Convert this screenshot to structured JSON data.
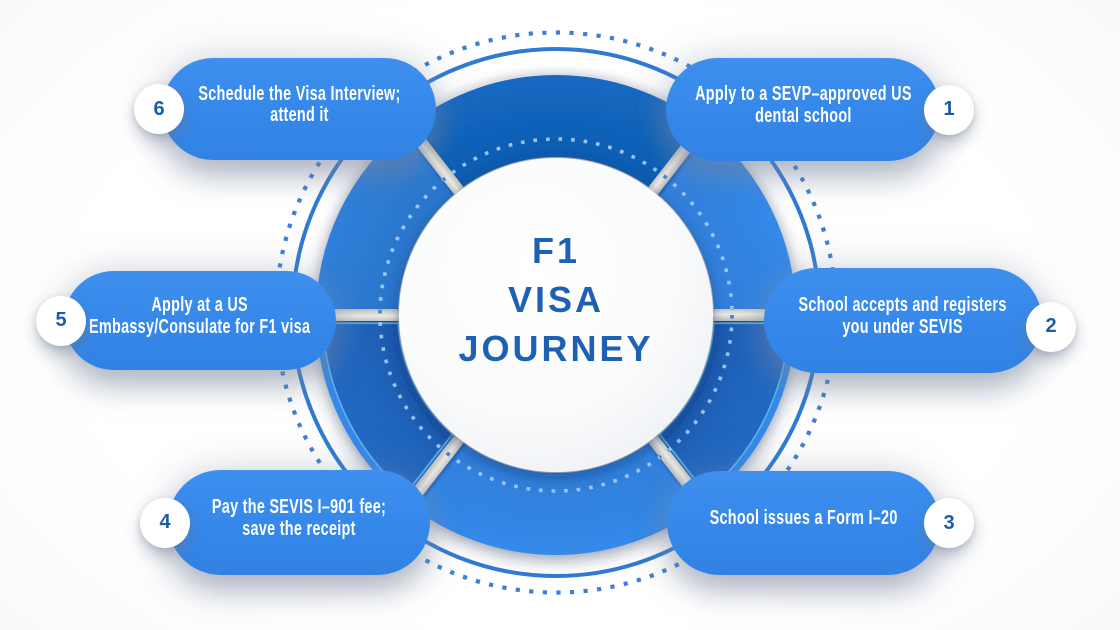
{
  "diagram": {
    "type": "circular-process-infographic",
    "center": {
      "title": "F1\nVISA\nJOURNEY",
      "title_color": "#1e60b4",
      "circle_color": "#ffffff"
    },
    "steps": [
      {
        "number": "1",
        "label": "Apply to a SEVP–approved US\ndental school",
        "position": "top-right"
      },
      {
        "number": "2",
        "label": "School accepts and registers\nyou under SEVIS",
        "position": "middle-right"
      },
      {
        "number": "3",
        "label": "School issues a Form I–20",
        "position": "bottom-right"
      },
      {
        "number": "4",
        "label": "Pay the SEVIS I–901 fee;\nsave the receipt",
        "position": "bottom-left"
      },
      {
        "number": "5",
        "label": "Apply at a US\nEmbassy/Consulate for F1 visa",
        "position": "middle-left"
      },
      {
        "number": "6",
        "label": "Schedule the Visa Interview;\nattend it",
        "position": "top-left"
      }
    ],
    "colors": {
      "pill_blue": "#3487e9",
      "ring_top_segment_blue": "#1368c1",
      "ring_light_segment_blue": "#3489e9",
      "ring_upper_left_segment_blue": "#2f80da",
      "ring_dark_segment_blue": "#1f64bc",
      "accent_cyan": "#7fd9f8",
      "connector_gray": "#d8d7d3",
      "number_text_blue": "#1c5ba9",
      "dotted_circle_blue": "#3b80d5",
      "label_text_white": "#ffffff",
      "background": "#fdfdfe"
    }
  }
}
